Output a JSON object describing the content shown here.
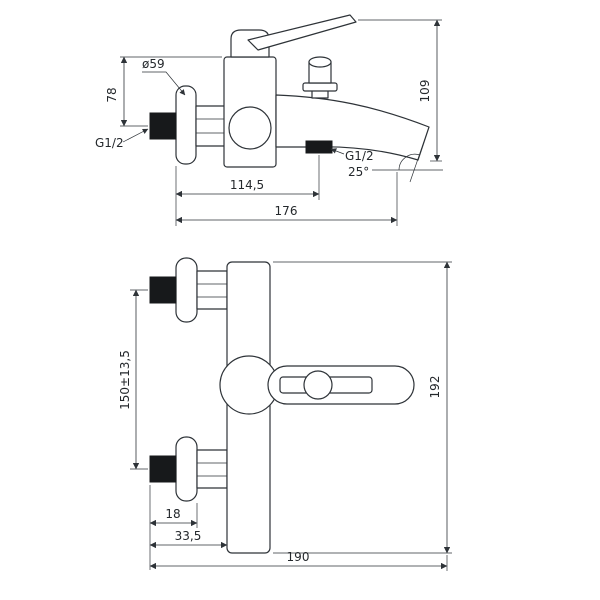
{
  "drawing": {
    "kind": "technical dimensional drawing of a wall-mounted bath mixer tap",
    "colors": {
      "line": "#2e3338",
      "solid_fill": "#17191b",
      "background": "#ffffff"
    }
  },
  "side_view": {
    "flange_diameter": "ø59",
    "inlet_height": "78",
    "inlet_thread": "G1/2",
    "spout_thread": "G1/2",
    "spout_depth": "114,5",
    "total_depth": "176",
    "total_height": "109",
    "spout_angle": "25°"
  },
  "front_view": {
    "inlet_spacing": "150±13,5",
    "nipple_length": "18",
    "wall_offset": "33,5",
    "total_width": "190",
    "total_height": "192"
  }
}
